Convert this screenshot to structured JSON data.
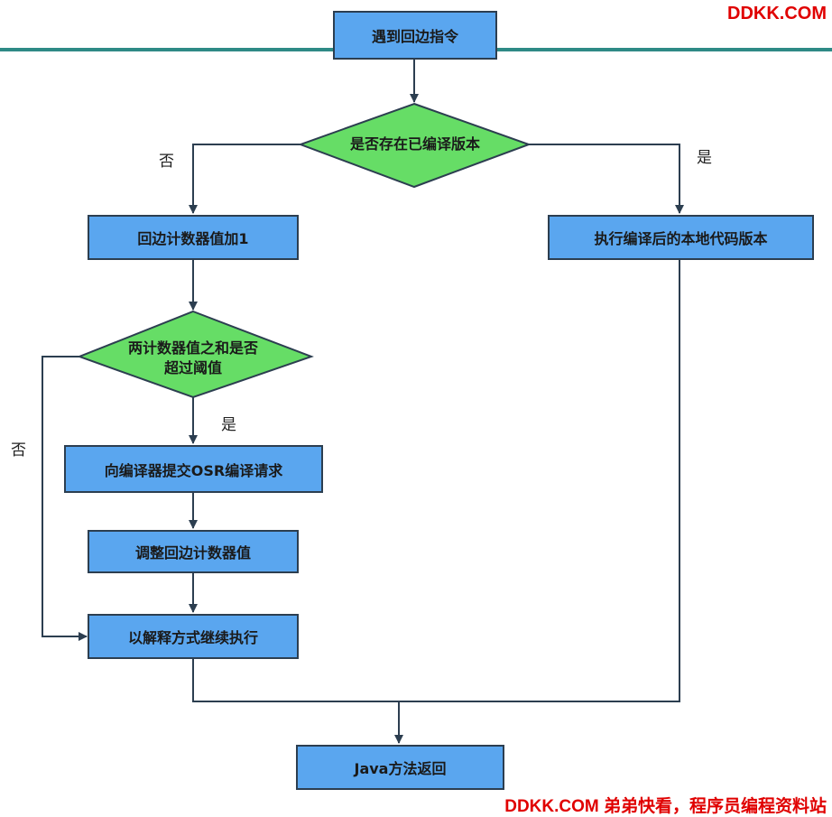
{
  "watermark": {
    "top": "DDKK.COM",
    "bottom": "DDKK.COM 弟弟快看，程序员编程资料站",
    "color": "#e00000"
  },
  "colors": {
    "process_fill": "#5aa6ef",
    "decision_fill": "#66dd66",
    "stroke": "#2c3e50",
    "top_line": "#2e8a86"
  },
  "nodes": {
    "start": "遇到回边指令",
    "decision_compiled": "是否存在已编译版本",
    "increment": "回边计数器值加1",
    "decision_threshold_line1": "两计数器值之和是否",
    "decision_threshold_line2": "超过阈值",
    "submit_osr": "向编译器提交OSR编译请求",
    "adjust": "调整回边计数器值",
    "interpret": "以解释方式继续执行",
    "run_compiled": "执行编译后的本地代码版本",
    "return": "Java方法返回"
  },
  "edge_labels": {
    "compiled_no": "否",
    "compiled_yes": "是",
    "threshold_yes": "是",
    "threshold_no": "否"
  }
}
